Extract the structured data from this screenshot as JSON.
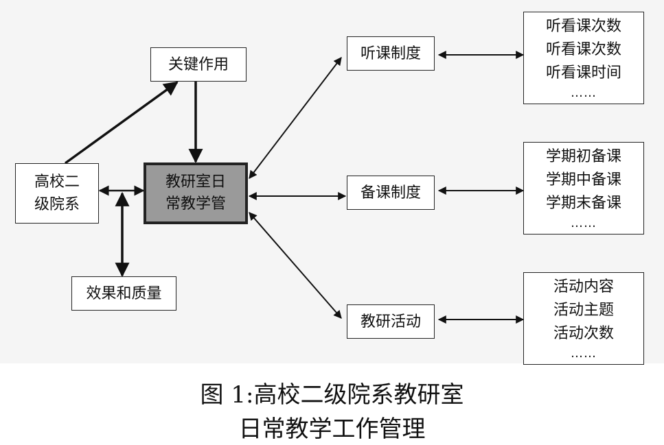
{
  "diagram": {
    "center_node": {
      "line1": "教研室日",
      "line2": "常教学管"
    },
    "key_role": "关键作用",
    "college": {
      "line1": "高校二",
      "line2": "级院系"
    },
    "effect_quality": "效果和质量",
    "branches": [
      {
        "label": "听课制度",
        "details": [
          "听看课次数",
          "听看课次数",
          "听看课时间",
          "……"
        ]
      },
      {
        "label": "备课制度",
        "details": [
          "学期初备课",
          "学期中备课",
          "学期末备课",
          "……"
        ]
      },
      {
        "label": "教研活动",
        "details": [
          "活动内容",
          "活动主题",
          "活动次数",
          "……"
        ]
      }
    ]
  },
  "caption": {
    "line1": "图 1:高校二级院系教研室",
    "line2": "日常教学工作管理"
  },
  "colors": {
    "center_fill": "#9a9a9a",
    "border": "#222222",
    "background": "#f5f5f5"
  }
}
